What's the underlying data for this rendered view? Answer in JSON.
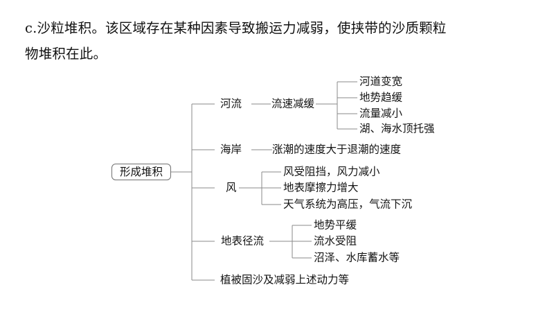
{
  "intro": {
    "lines": [
      "c.沙粒堆积。该区域存在某种因素导致搬运力减弱，使挟带的沙质颗粒",
      "物堆积在此。"
    ]
  },
  "colors": {
    "line": "#8a8a8a",
    "box_border": "#6f6f6f",
    "text": "#131313",
    "background": "#ffffff"
  },
  "diagram": {
    "type": "tree",
    "root": "形成堆积",
    "branches": [
      {
        "label": "河流",
        "child": "流速减缓",
        "leaves": [
          "河道变宽",
          "地势趋缓",
          "流量减小",
          "湖、海水顶托强"
        ]
      },
      {
        "label": "海岸",
        "child": "涨潮的速度大于退潮的速度",
        "leaves": []
      },
      {
        "label": "风",
        "child": "",
        "leaves": [
          "风受阻挡，风力减小",
          "地表摩擦力增大",
          "天气系统为高压，气流下沉"
        ]
      },
      {
        "label": "地表径流",
        "child": "",
        "leaves": [
          "地势平缓",
          "流水受阻",
          "沼泽、水库蓄水等"
        ]
      },
      {
        "label": "植被固沙及减弱上述动力等",
        "child": "",
        "leaves": []
      }
    ]
  }
}
